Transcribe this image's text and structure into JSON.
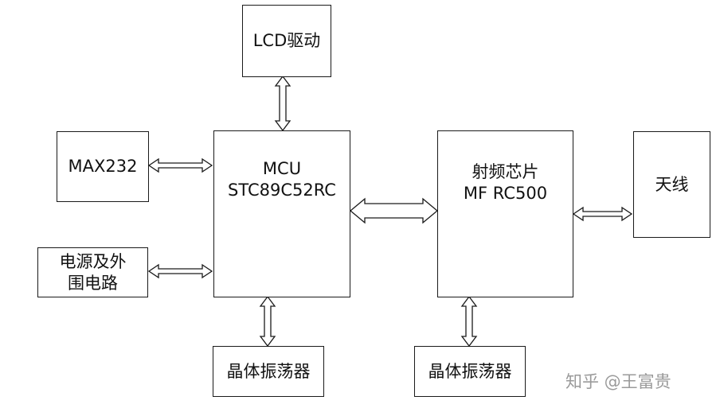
{
  "blocks": {
    "lcd": {
      "label": "LCD驱动"
    },
    "max232": {
      "label": "MAX232"
    },
    "mcu": {
      "line1": "MCU",
      "line2": "STC89C52RC"
    },
    "power": {
      "line1": "电源及外",
      "line2": "围电路"
    },
    "crystal_mcu": {
      "label": "晶体振荡器"
    },
    "rf": {
      "line1": "射频芯片",
      "line2": "MF RC500"
    },
    "antenna": {
      "label": "天线"
    },
    "crystal_rf": {
      "label": "晶体振荡器"
    }
  },
  "watermark": "知乎 @王富贵",
  "colors": {
    "stroke": "#1a1a1a",
    "fill": "#ffffff",
    "text": "#111111",
    "watermark": "#9a9a9a"
  }
}
